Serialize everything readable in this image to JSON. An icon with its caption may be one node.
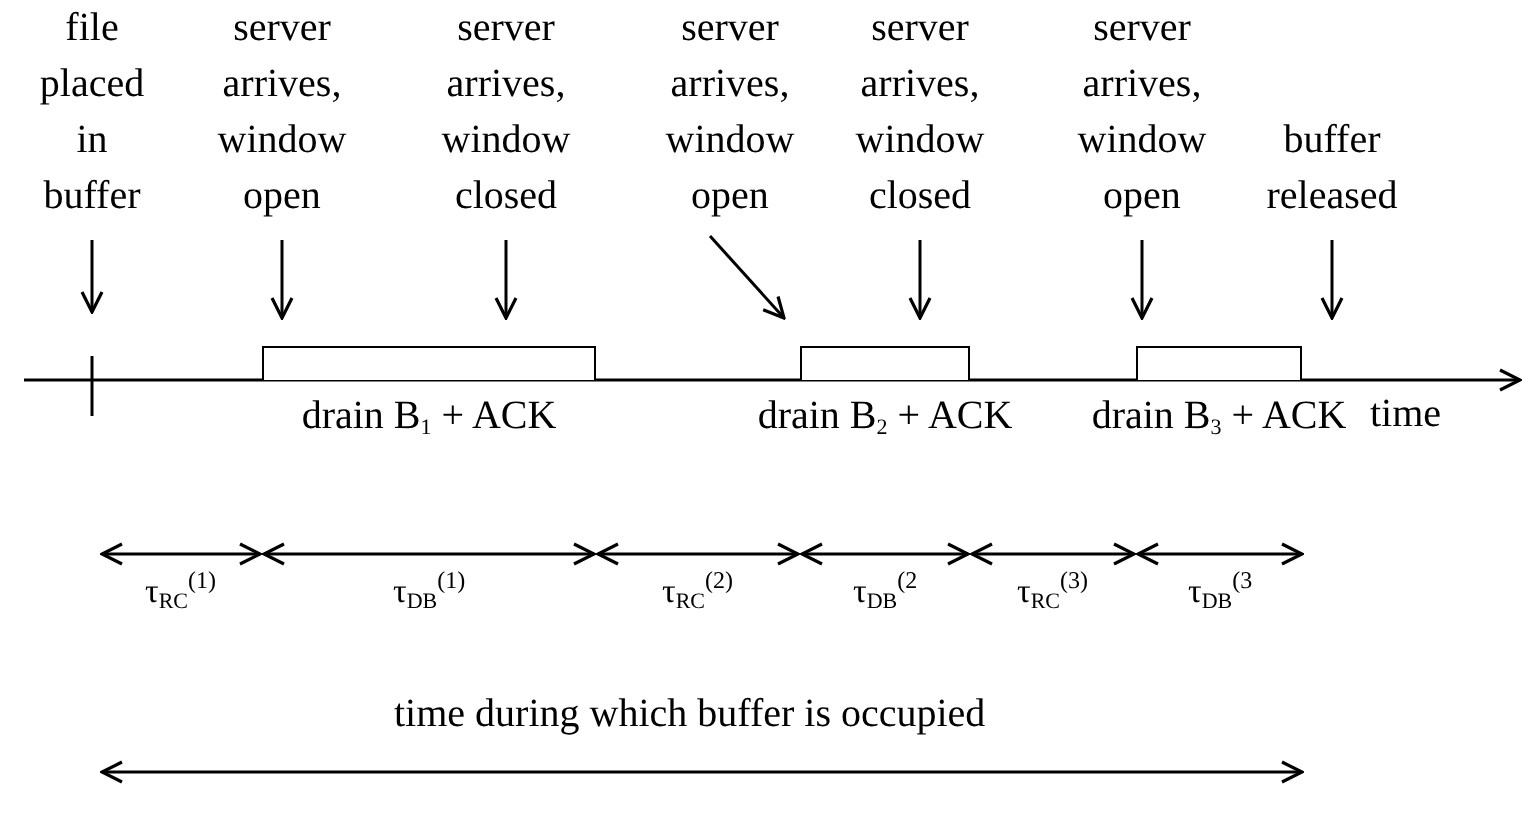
{
  "diagram": {
    "nodes": [
      {
        "text": [
          "file placed in buffer"
        ]
      },
      {
        "text": [
          "server arrives, window open"
        ]
      },
      {
        "text": [
          "server arrives, window closed"
        ]
      },
      {
        "text": [
          "server arrives, window open"
        ]
      },
      {
        "text": [
          "server arrives, window closed"
        ]
      },
      {
        "text": [
          "server arrives, window open"
        ]
      },
      {
        "text": [
          "buffer released"
        ]
      },
      {
        "text": [
          "drain B$_{1}$ + ACK"
        ]
      },
      {
        "text": [
          "drain B$_{2}$ + ACK"
        ]
      },
      {
        "text": [
          "drain B$_{3}$ + ACK"
        ]
      }
    ],
    "edges": [
      {
        "from": 0,
        "to": null,
        "arrow": "to"
      },
      {
        "from": 1,
        "to": 7,
        "arrow": "to"
      },
      {
        "from": 2,
        "to": 7,
        "arrow": "to"
      },
      {
        "from": 3,
        "to": 8,
        "arrow": "to"
      },
      {
        "from": 4,
        "to": 8,
        "arrow": "to"
      },
      {
        "from": 5,
        "to": 9,
        "arrow": "to"
      },
      {
        "from": 6,
        "to": 9,
        "arrow": "to"
      }
    ],
    "labels": [
      "time",
      "τ$_{RC}$$^{(1)}$",
      "τ$_{DB}$$^{(1)}$",
      "τ$_{RC}$$^{(2)}$",
      "τ$_{DB}$$^{(2}$",
      "τ$_{RC}$$^{(3)}$",
      "τ$_{DB}$$^{(3}$",
      "time during which buffer is occupied"
    ]
  }
}
